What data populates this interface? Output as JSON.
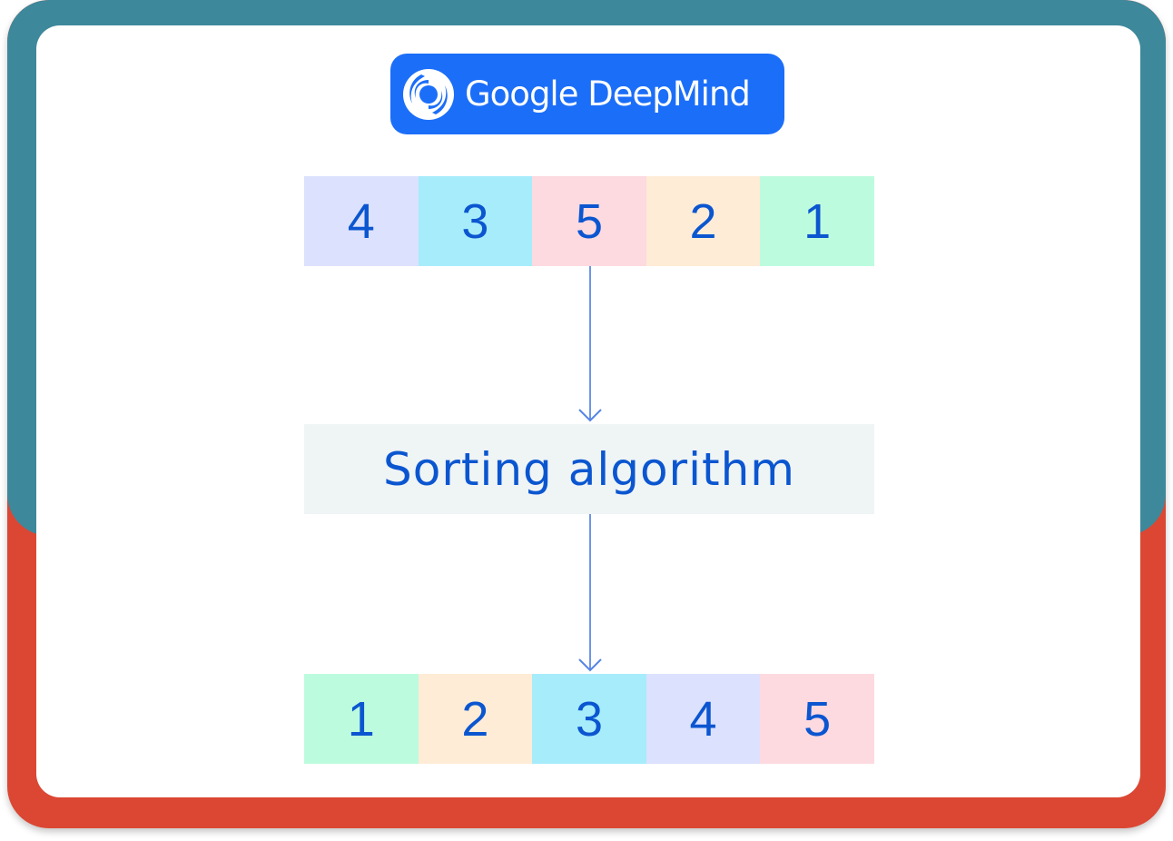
{
  "logo": {
    "text": "Google DeepMind",
    "icon": "deepmind-swirl-icon",
    "background": "#1b6ef8"
  },
  "frame": {
    "outer_color": "#db4733",
    "accent_color": "#3e889b",
    "card_color": "#ffffff"
  },
  "input_array": {
    "cells": [
      {
        "value": "4",
        "color": "#dce1fd"
      },
      {
        "value": "3",
        "color": "#a6ecfb"
      },
      {
        "value": "5",
        "color": "#fdd9e0"
      },
      {
        "value": "2",
        "color": "#feecd6"
      },
      {
        "value": "1",
        "color": "#bdfbdf"
      }
    ]
  },
  "algorithm_box": {
    "label": "Sorting algorithm",
    "color": "#eff4f5"
  },
  "output_array": {
    "cells": [
      {
        "value": "1",
        "color": "#bdfbdf"
      },
      {
        "value": "2",
        "color": "#feecd6"
      },
      {
        "value": "3",
        "color": "#a6ecfb"
      },
      {
        "value": "4",
        "color": "#dce1fd"
      },
      {
        "value": "5",
        "color": "#fdd9e0"
      }
    ]
  },
  "colors": {
    "text": "#0b56d0",
    "arrow": "#6b96e8"
  }
}
